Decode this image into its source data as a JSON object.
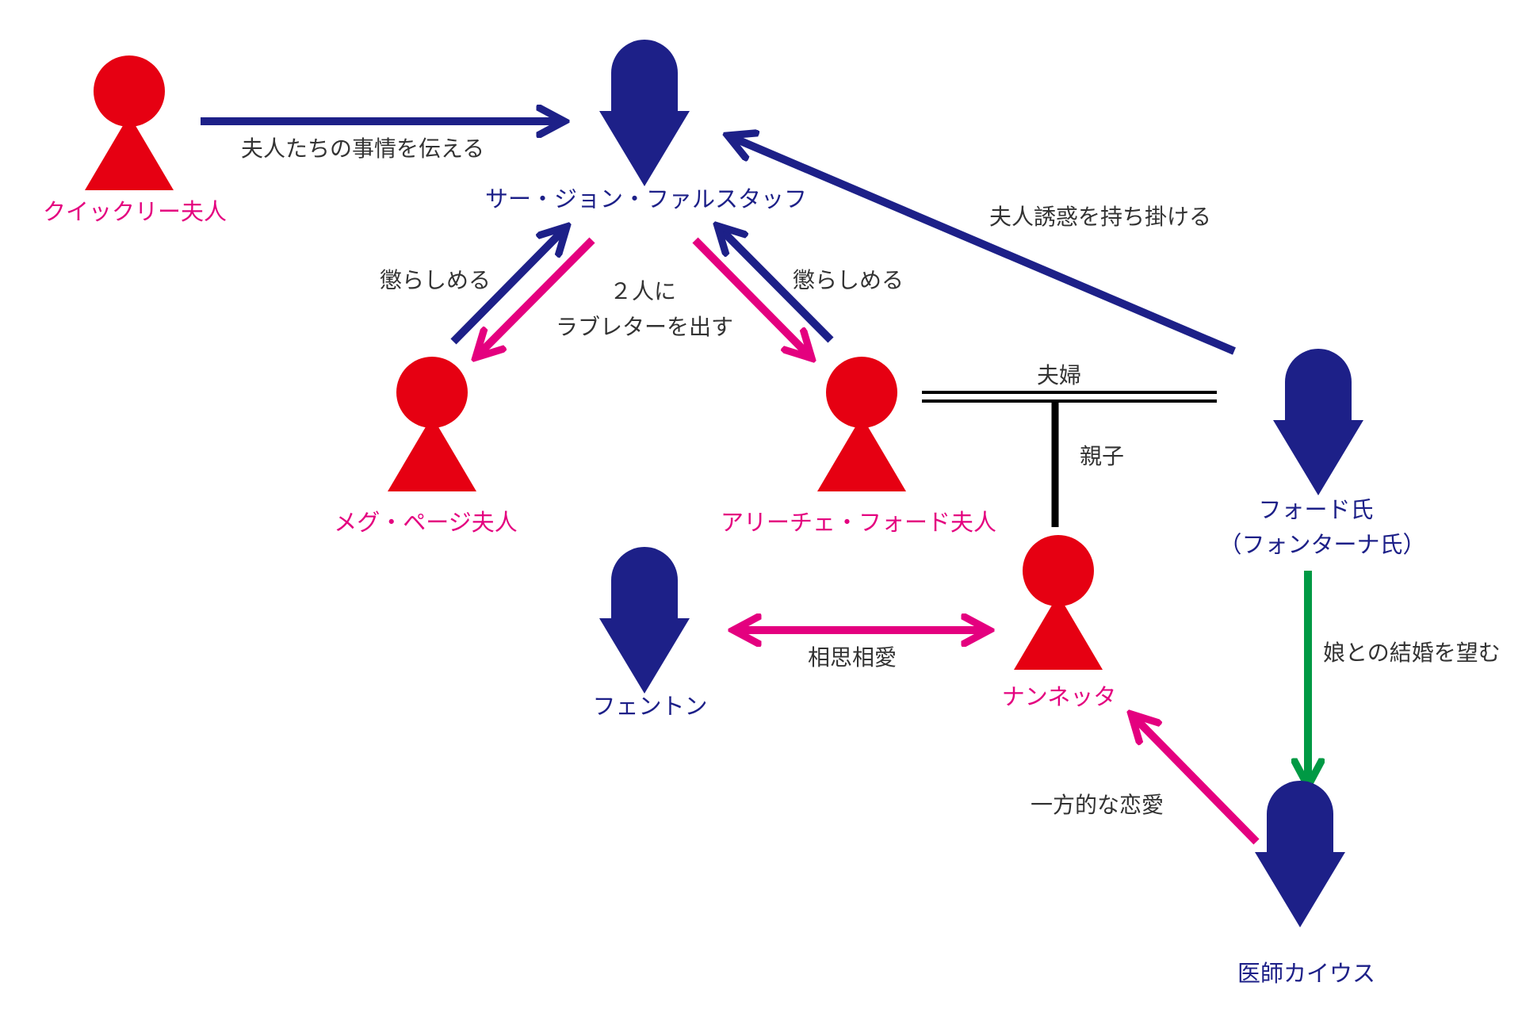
{
  "colors": {
    "female": "#e60012",
    "male": "#1d2088",
    "female_label": "#e4007f",
    "male_label": "#1d2088",
    "magenta_arrow": "#e4007f",
    "navy_arrow": "#1d2088",
    "green_arrow": "#009944",
    "line_black": "#000000",
    "relation_text": "#333333"
  },
  "people": {
    "quickly": {
      "name": "クイックリー夫人",
      "gender": "female"
    },
    "falstaff": {
      "name": "サー・ジョン・ファルスタッフ",
      "gender": "male"
    },
    "meg": {
      "name": "メグ・ページ夫人",
      "gender": "female"
    },
    "alice": {
      "name": "アリーチェ・フォード夫人",
      "gender": "female"
    },
    "ford": {
      "name": "フォード氏",
      "subname": "（フォンターナ氏）",
      "gender": "male"
    },
    "fenton": {
      "name": "フェントン",
      "gender": "male"
    },
    "nannetta": {
      "name": "ナンネッタ",
      "gender": "female"
    },
    "caius": {
      "name": "医師カイウス",
      "gender": "male"
    }
  },
  "relations": {
    "quickly_to_falstaff": "夫人たちの事情を伝える",
    "ford_to_falstaff": "夫人誘惑を持ち掛ける",
    "meg_punish": "懲らしめる",
    "alice_punish": "懲らしめる",
    "love_letter_line1": "２人に",
    "love_letter_line2": "ラブレターを出す",
    "married": "夫婦",
    "parent_child": "親子",
    "mutual_love": "相思相愛",
    "wants_marriage": "娘との結婚を望む",
    "one_sided_love": "一方的な恋愛"
  }
}
